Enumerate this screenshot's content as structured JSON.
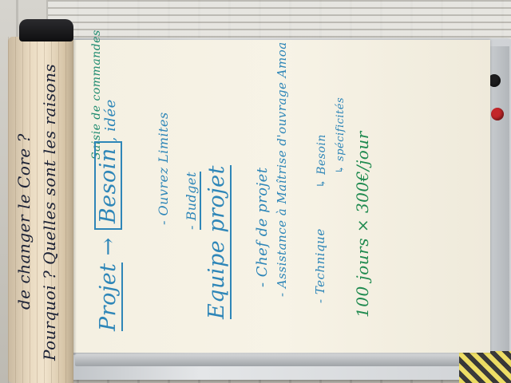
{
  "roll_note": {
    "line1": "Pourquoi ? Quelles sont les raisons",
    "line2": "de changer le Core ?"
  },
  "sheet": {
    "heading": "Saisie de commandes",
    "projet": "Projet",
    "arrow": "→",
    "besoin": "Besoin",
    "idee": ", idée",
    "ouvrez_limites": "- Ouvrez Limites",
    "budget": "- Budget",
    "equipe_projet": "Equipe projet",
    "chef_de_projet": "- Chef de projet",
    "assistance": "- Assistance à Maîtrise d'ouvrage Amoa",
    "ly_besoin": "↳ Besoin",
    "ly_specs": "↳ spécificités",
    "technique": "- Technique",
    "estimate": "100 jours × 300€/jour"
  },
  "colors": {
    "blue_marker": "#2e86b8",
    "teal_marker": "#1c8a6e",
    "green_marker": "#1f8a4f",
    "ink": "#1c2236"
  }
}
